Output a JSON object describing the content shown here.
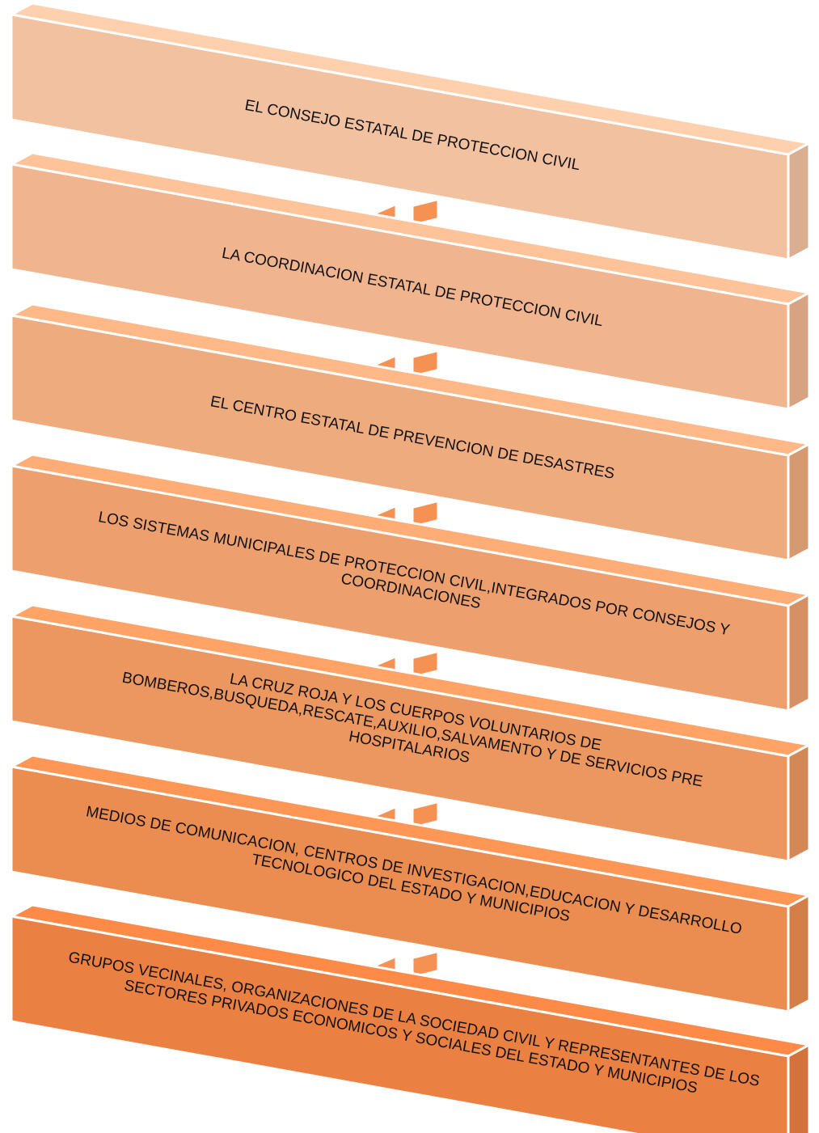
{
  "diagram": {
    "type": "vertical-flow",
    "steps": [
      {
        "id": "s1",
        "label": "EL CONSEJO ESTATAL DE PROTECCION CIVIL",
        "color": "#f2c1a0"
      },
      {
        "id": "s2",
        "label": "LA COORDINACION ESTATAL DE PROTECCION CIVIL",
        "color": "#f0b58e"
      },
      {
        "id": "s3",
        "label": "EL CENTRO ESTATAL DE PREVENCION DE DESASTRES",
        "color": "#eeab7e"
      },
      {
        "id": "s4",
        "label": "LOS SISTEMAS MUNICIPALES DE PROTECCION CIVIL,INTEGRADOS POR CONSEJOS Y\nCOORDINACIONES",
        "color": "#eda06e"
      },
      {
        "id": "s5",
        "label": "LA CRUZ ROJA Y LOS CUERPOS VOLUNTARIOS DE\nBOMBEROS,BUSQUEDA,RESCATE,AUXILIO,SALVAMENTO Y DE SERVICIOS PRE\nHOSPITALARIOS",
        "color": "#ec975f"
      },
      {
        "id": "s6",
        "label": "MEDIOS DE COMUNICACION, CENTROS DE INVESTIGACION,EDUCACION Y DESARROLLO\nTECNOLOGICO DEL ESTADO Y MUNICIPIOS",
        "color": "#eb8c50"
      },
      {
        "id": "s7",
        "label": "GRUPOS VECINALES, ORGANIZACIONES DE LA SOCIEDAD CIVIL Y REPRESENTANTES DE LOS\nSECTORES PRIVADOS ECONOMICOS Y SOCIALES DEL ESTADO Y MUNICIPIOS",
        "color": "#ea8042"
      }
    ],
    "arrow_color": "#e98a4f",
    "edge_color": "#ffffff"
  }
}
